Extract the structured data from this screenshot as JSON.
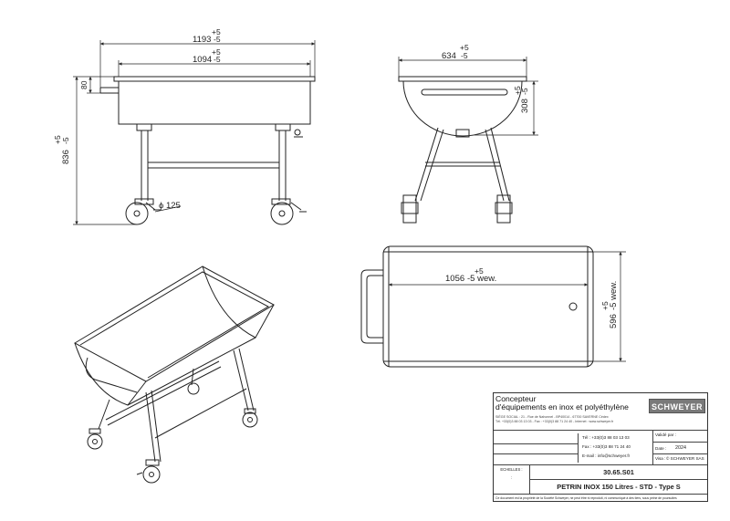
{
  "dimensions": {
    "front_overall": {
      "value": "1193",
      "tol_plus": "+5",
      "tol_minus": "-5"
    },
    "front_inner": {
      "value": "1094",
      "tol_plus": "+5",
      "tol_minus": "-5"
    },
    "front_height": {
      "value": "836",
      "tol_plus": "+5",
      "tol_minus": "-5"
    },
    "front_offset": "80",
    "wheel": "ϕ 125",
    "side_width": {
      "value": "634",
      "tol_plus": "+5",
      "tol_minus": "-5"
    },
    "side_depth": {
      "value": "308",
      "tol_plus": "+5",
      "tol_minus": "-5"
    },
    "top_length": {
      "value": "1056",
      "tol_plus": "+5",
      "tol_minus": "-5 wew."
    },
    "top_width": {
      "value": "596",
      "tol_plus": "+5",
      "tol_minus": "-5 wew."
    }
  },
  "title_block": {
    "company_line1": "Concepteur",
    "company_line2": "d'équipements en inox et polyéthylène",
    "address": "SIÈGE SOCIAL : 21 - Rue de Nahonnel - BP40014 - 67700 SAVERNE Cédex",
    "address2": "Tél. +33(0)3 88 03 13 03 - Fax : +33(0)3 88 71 24 40 - Internet : www.schweyer.fr",
    "logo": "SCHWEYER",
    "tel": "Tél : +33(0)3 88 03 13 03",
    "fax": "Fax : +33(0)3 88 71 24 40",
    "email": "E-mail : info@schweyer.fr",
    "valide_label": "Validé par :",
    "date_label": "Date :",
    "date_value": "2024",
    "visa_label": "Visa :",
    "visa_value": "© SCHWEYER SAS",
    "scale_label": "ECHELLES :",
    "scale_value": ":",
    "reference": "30.65.S01",
    "product": "PETRIN INOX 150 Litres - STD - Type S",
    "footer": "Ce document est la propriété de la Société Schweyer, ne peut être ni reproduit, ni communiqué à des tiers, sous peine de poursuites"
  },
  "colors": {
    "line": "#222222",
    "logo_bg": "#7a7a7a"
  }
}
